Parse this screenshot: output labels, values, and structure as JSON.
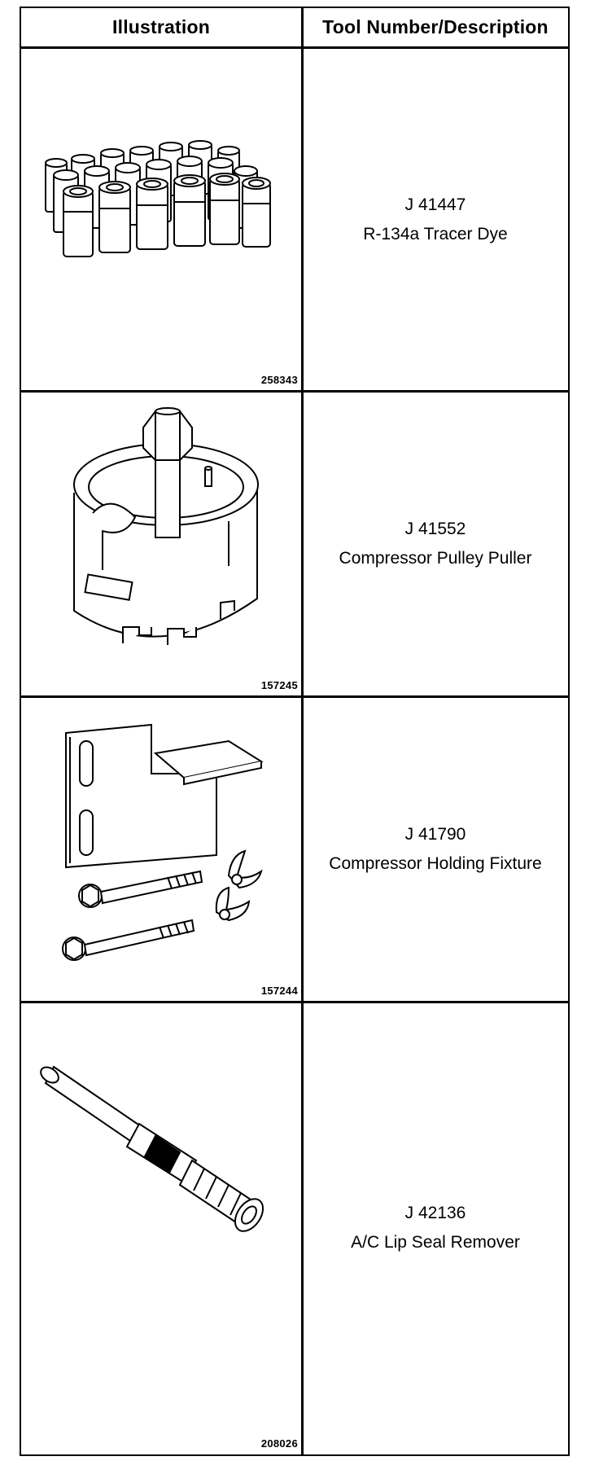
{
  "header": {
    "illustration_label": "Illustration",
    "description_label": "Tool Number/Description"
  },
  "rows": [
    {
      "figure_number": "258343",
      "tool_number": "J 41447",
      "tool_name": "R-134a Tracer Dye",
      "icon": "tracer-dye-bottles-icon"
    },
    {
      "figure_number": "157245",
      "tool_number": "J 41552",
      "tool_name": "Compressor Pulley Puller",
      "icon": "pulley-puller-icon"
    },
    {
      "figure_number": "157244",
      "tool_number": "J 41790",
      "tool_name": "Compressor Holding Fixture",
      "icon": "holding-fixture-icon"
    },
    {
      "figure_number": "208026",
      "tool_number": "J 42136",
      "tool_name": "A/C Lip Seal Remover",
      "icon": "lip-seal-remover-icon"
    }
  ]
}
